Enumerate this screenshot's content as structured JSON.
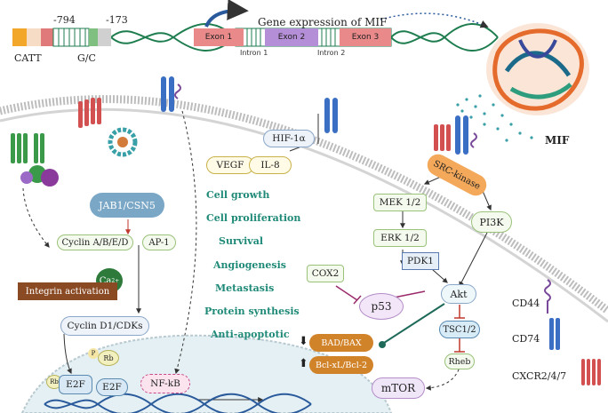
{
  "gene": {
    "catt": "CATT",
    "pos_794": "-794",
    "gc": "G/C",
    "pos_173": "-173",
    "exon1": "Exon 1",
    "exon2": "Exon 2",
    "exon3": "Exon 3",
    "intron1": "Intron 1",
    "intron2": "Intron 2",
    "expression": "Gene expression of MIF",
    "protein": "MIF"
  },
  "nodes": {
    "hif": "HIF-1α",
    "vegf": "VEGF",
    "il8": "IL-8",
    "jab1": "JAB1/CSN5",
    "cyclin_abed": "Cyclin A/B/E/D",
    "ap1": "AP-1",
    "ca": "Ca",
    "ca_sup": "2+",
    "integrin": "Integrin activation",
    "cyclin_d1": "Cyclin D1/CDKs",
    "rb_p": "Rb",
    "p_mark": "P",
    "rb": "Rb",
    "e2f_a": "E2F",
    "e2f_b": "E2F",
    "nfkb": "NF-kB",
    "src": "SRC-kinase",
    "mek": "MEK 1/2",
    "erk": "ERK 1/2",
    "cox2": "COX2",
    "p53": "p53",
    "pi3k": "PI3K",
    "pdk1": "PDK1",
    "akt": "Akt",
    "tsc": "TSC1/2",
    "rheb": "Rheb",
    "mtor": "mTOR",
    "bad": "BAD/BAX",
    "bcl": "Bcl-xL/Bcl-2"
  },
  "outcomes": [
    "Cell growth",
    "Cell proliferation",
    "Survival",
    "Angiogenesis",
    "Metastasis",
    "Protein synthesis",
    "Anti-apoptotic"
  ],
  "legend": {
    "cd44": "CD44",
    "cd74": "CD74",
    "cxcr": "CXCR2/4/7"
  },
  "arrows": {
    "down": "⬇",
    "up": "⬆"
  }
}
